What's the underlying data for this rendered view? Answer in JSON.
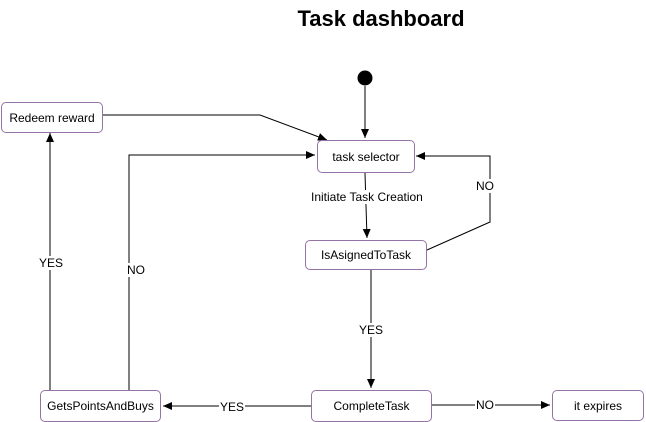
{
  "diagram": {
    "title": "Task dashboard",
    "nodes": {
      "redeem_reward": "Redeem reward",
      "task_selector": "task selector",
      "is_assigned": "IsAsignedToTask",
      "complete_task": "CompleteTask",
      "gets_points": "GetsPointsAndBuys",
      "it_expires": "it expires"
    },
    "edge_labels": {
      "initiate": "Initiate Task Creation",
      "assigned_no": "NO",
      "assigned_yes": "YES",
      "complete_yes": "YES",
      "complete_no": "NO",
      "redeem_yes": "YES",
      "buys_no": "NO"
    },
    "colors": {
      "node_border": "#9673a6",
      "edge": "#000000"
    }
  }
}
